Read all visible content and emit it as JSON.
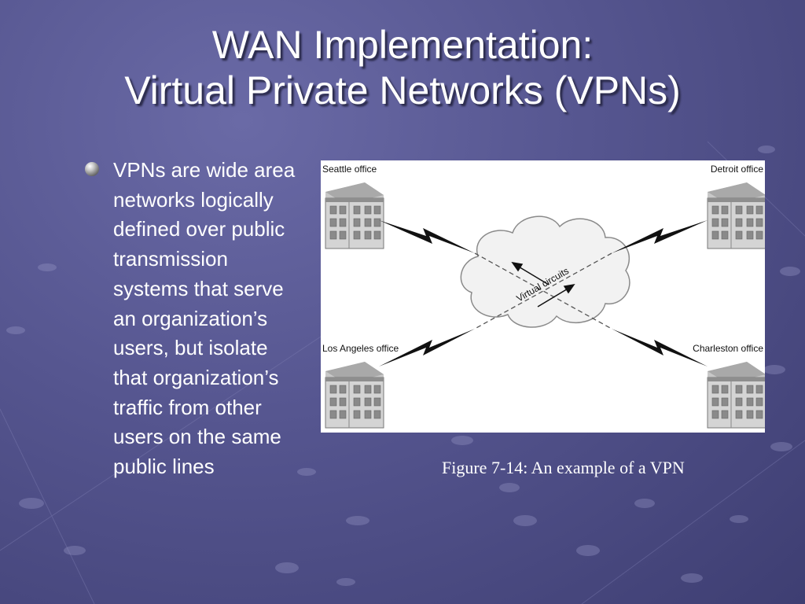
{
  "slide": {
    "title_line1": "WAN Implementation:",
    "title_line2": "Virtual Private Networks (VPNs)",
    "bullet": "VPNs are wide area networks logically defined over public transmission systems that serve an organization’s users, but isolate that organization’s traffic from other users on the same public lines",
    "caption": "Figure 7-14: An example of a VPN"
  },
  "figure": {
    "offices": {
      "seattle": "Seattle office",
      "detroit": "Detroit office",
      "los_angeles": "Los Angeles office",
      "charleston": "Charleston office"
    },
    "cloud_label": "Virtual circuits"
  },
  "colors": {
    "background": "#55558f",
    "text": "#ffffff",
    "figure_background": "#ffffff"
  }
}
